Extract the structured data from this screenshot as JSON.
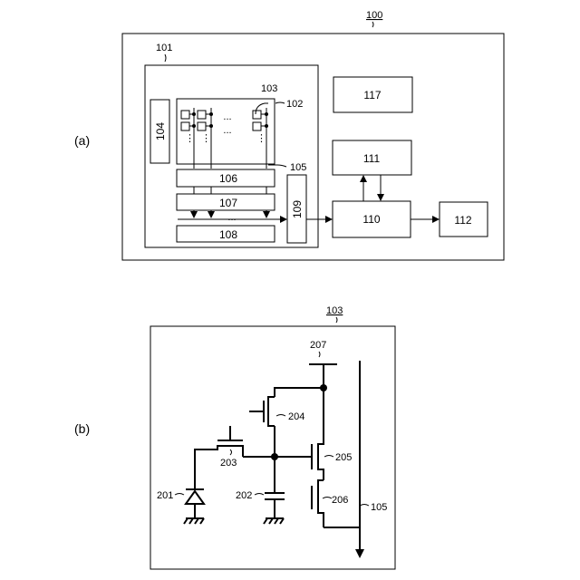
{
  "panel_a": {
    "caption": "(a)",
    "labels": {
      "system": "100",
      "sensor": "101",
      "pixel_array": "102",
      "pixel": "103",
      "row_driver": "104",
      "signal_line": "105",
      "b106": "106",
      "b107": "107",
      "b108": "108",
      "b109": "109",
      "b110": "110",
      "b111": "111",
      "b112": "112",
      "b117": "117"
    },
    "ellipsis": "..."
  },
  "panel_b": {
    "caption": "(b)",
    "labels": {
      "pixel": "103",
      "photodiode": "201",
      "capacitor": "202",
      "transfer_transistor": "203",
      "reset_transistor": "204",
      "amplifier_transistor": "205",
      "select_transistor": "206",
      "power_line": "207",
      "signal_line": "105"
    }
  }
}
